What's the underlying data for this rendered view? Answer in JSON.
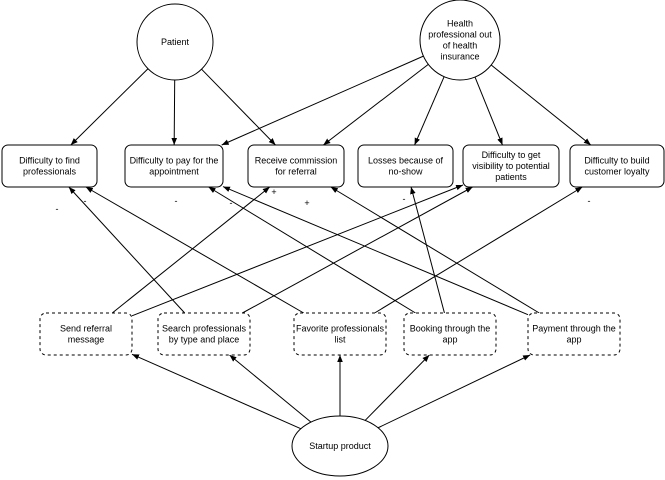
{
  "actors": [
    {
      "id": "patient",
      "lines": [
        "Patient"
      ]
    },
    {
      "id": "health_professional",
      "lines": [
        "Health",
        "professional out",
        "of health",
        "insurance"
      ]
    },
    {
      "id": "startup",
      "lines": [
        "Startup product"
      ]
    }
  ],
  "problems": [
    {
      "id": "p1",
      "lines": [
        "Difficulty to find",
        "professionals"
      ]
    },
    {
      "id": "p2",
      "lines": [
        "Difficulty to pay for the",
        "appointment"
      ]
    },
    {
      "id": "p3",
      "lines": [
        "Receive commission",
        "for referral"
      ]
    },
    {
      "id": "p4",
      "lines": [
        "Losses because of",
        "no-show"
      ]
    },
    {
      "id": "p5",
      "lines": [
        "Difficulty to get",
        "visibility to potential",
        "patients"
      ]
    },
    {
      "id": "p6",
      "lines": [
        "Difficulty to build",
        "customer loyalty"
      ]
    }
  ],
  "features": [
    {
      "id": "f1",
      "lines": [
        "Send referral",
        "message"
      ]
    },
    {
      "id": "f2",
      "lines": [
        "Search professionals",
        "by type and place"
      ]
    },
    {
      "id": "f3",
      "lines": [
        "Favorite professionals",
        "list"
      ]
    },
    {
      "id": "f4",
      "lines": [
        "Booking through the",
        "app"
      ]
    },
    {
      "id": "f5",
      "lines": [
        "Payment through the",
        "app"
      ]
    }
  ],
  "edges": [
    {
      "from": "patient",
      "to": "p1"
    },
    {
      "from": "patient",
      "to": "p2"
    },
    {
      "from": "patient",
      "to": "p3"
    },
    {
      "from": "health_professional",
      "to": "p2"
    },
    {
      "from": "health_professional",
      "to": "p3"
    },
    {
      "from": "health_professional",
      "to": "p4"
    },
    {
      "from": "health_professional",
      "to": "p5"
    },
    {
      "from": "health_professional",
      "to": "p6"
    },
    {
      "from": "startup",
      "to": "f1"
    },
    {
      "from": "startup",
      "to": "f2"
    },
    {
      "from": "startup",
      "to": "f3"
    },
    {
      "from": "startup",
      "to": "f4"
    },
    {
      "from": "startup",
      "to": "f5"
    },
    {
      "from": "f1",
      "to": "p3"
    },
    {
      "from": "f1",
      "to": "p5"
    },
    {
      "from": "f2",
      "to": "p1"
    },
    {
      "from": "f2",
      "to": "p5"
    },
    {
      "from": "f3",
      "to": "p1"
    },
    {
      "from": "f3",
      "to": "p6"
    },
    {
      "from": "f4",
      "to": "p2"
    },
    {
      "from": "f4",
      "to": "p4"
    },
    {
      "from": "f5",
      "to": "p2"
    },
    {
      "from": "f5",
      "to": "p3"
    }
  ],
  "polarity_marks": [
    {
      "id": "m1",
      "text": "-"
    },
    {
      "id": "m2",
      "text": "-"
    },
    {
      "id": "m3",
      "text": "-"
    },
    {
      "id": "m4",
      "text": "-"
    },
    {
      "id": "m5",
      "text": "+"
    },
    {
      "id": "m6",
      "text": "+"
    },
    {
      "id": "m7",
      "text": "-"
    },
    {
      "id": "m8",
      "text": "-"
    }
  ],
  "colors": {
    "stroke": "#000000",
    "fill": "#ffffff",
    "text": "#000000"
  }
}
